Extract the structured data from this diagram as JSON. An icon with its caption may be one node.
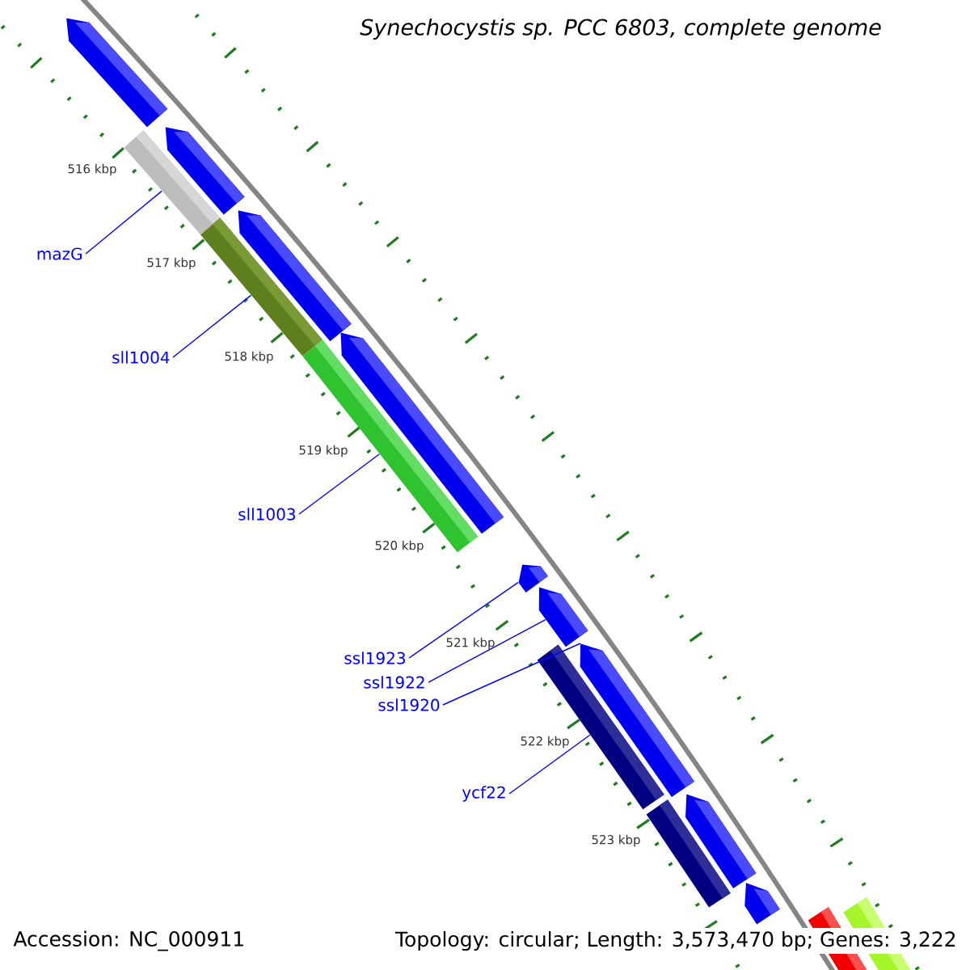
{
  "diagram": {
    "title": "Synechocystis sp. PCC 6803, complete genome",
    "nodes": [
      {
        "text": [
          "mazG"
        ]
      },
      {
        "text": [
          "sll1004"
        ]
      },
      {
        "text": [
          "sll1003"
        ]
      },
      {
        "text": [
          "ssl1923"
        ]
      },
      {
        "text": [
          "ssl1922"
        ]
      },
      {
        "text": [
          "ssl1920"
        ]
      },
      {
        "text": [
          "ycf22"
        ]
      },
      {
        "text": [],
        "shape": "bar"
      },
      {
        "text": [],
        "shape": "bar"
      },
      {
        "text": [],
        "shape": "bar"
      },
      {
        "text": [],
        "shape": "arrow"
      },
      {
        "text": [],
        "shape": "arrow"
      },
      {
        "text": [],
        "shape": "arrow"
      },
      {
        "text": [],
        "shape": "bar"
      }
    ],
    "edges": [
      {
        "from": 0,
        "to": 7,
        "arrow": "none"
      },
      {
        "from": 1,
        "to": 8,
        "arrow": "none"
      },
      {
        "from": 2,
        "to": 9,
        "arrow": "none"
      },
      {
        "from": 3,
        "to": 10,
        "arrow": "none"
      },
      {
        "from": 4,
        "to": 11,
        "arrow": "none"
      },
      {
        "from": 5,
        "to": 12,
        "arrow": "none"
      },
      {
        "from": 6,
        "to": 13,
        "arrow": "none"
      }
    ],
    "labels": [
      "516 kbp",
      "517 kbp",
      "518 kbp",
      "519 kbp",
      "520 kbp",
      "521 kbp",
      "522 kbp",
      "523 kbp",
      "Accession: NC_000911",
      "Topology: circular; Length: 3,573,470 bp; Genes: 3,222"
    ]
  }
}
